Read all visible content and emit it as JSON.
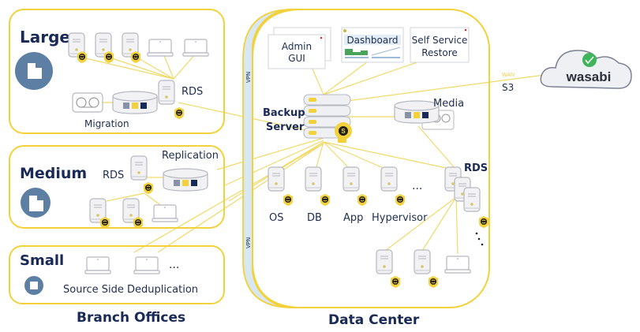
{
  "branch": {
    "title": "Branch Offices",
    "large": {
      "label": "Large",
      "rds": "RDS",
      "migration": "Migration"
    },
    "medium": {
      "label": "Medium",
      "rds": "RDS",
      "replication": "Replication"
    },
    "small": {
      "label": "Small",
      "dedup": "Source Side Deduplication",
      "ellipsis": "..."
    }
  },
  "datacenter": {
    "title": "Data Center",
    "vpn_top": "VPN",
    "vpn_bottom": "VPN",
    "admin_gui_line1": "Admin",
    "admin_gui_line2": "GUI",
    "dashboard": "Dashboard",
    "self_service_line1": "Self Service",
    "self_service_line2": "Restore",
    "backup_line1": "Backup",
    "backup_line2": "Server",
    "media": "Media",
    "rds": "RDS",
    "servers": [
      "OS",
      "DB",
      "App",
      "Hypervisor"
    ],
    "ellipsis": "..."
  },
  "cloud": {
    "brand": "wasabi",
    "wan": "WAN",
    "s3": "S3"
  },
  "colors": {
    "accent": "#f2d13a",
    "line": "#f0da6a",
    "navy": "#1a2a57",
    "vpn": "#d7e8f3",
    "icon_blue": "#5d7fa3"
  }
}
